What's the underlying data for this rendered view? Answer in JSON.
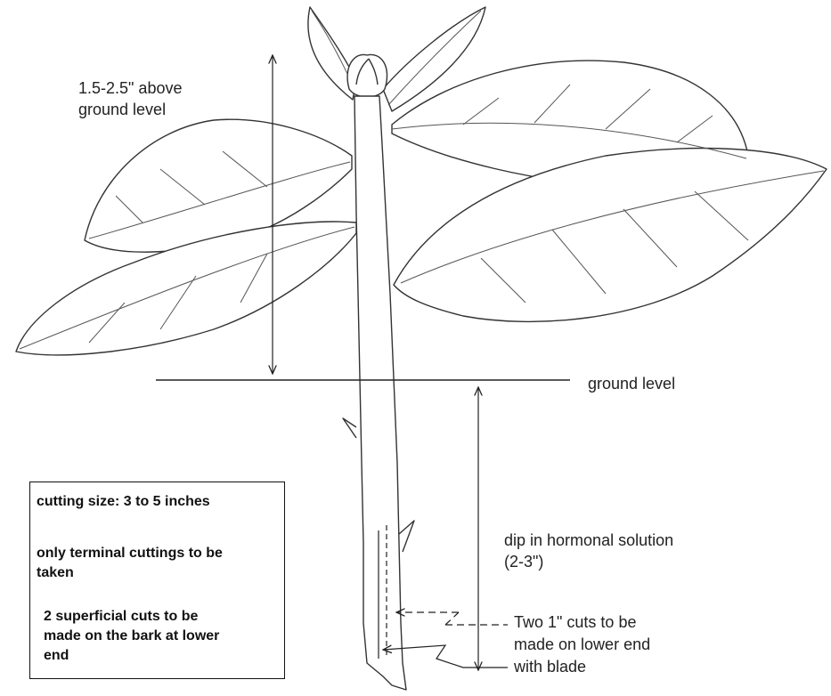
{
  "labels": {
    "above_ground": [
      "1.5-2.5\" above",
      "ground level"
    ],
    "ground_level": "ground level",
    "dip": [
      "dip in hormonal solution",
      "(2-3\")"
    ],
    "cuts": [
      "Two 1\" cuts to be",
      "made on lower end",
      "with blade"
    ]
  },
  "notes": {
    "size": "cutting size: 3 to 5 inches",
    "terminal": [
      "only terminal cuttings to be",
      "taken"
    ],
    "superficial": [
      "2 superficial cuts to be",
      "made on the bark at lower",
      "end"
    ]
  },
  "colors": {
    "ink": "#222222",
    "line": "#333333",
    "paper": "#ffffff"
  }
}
